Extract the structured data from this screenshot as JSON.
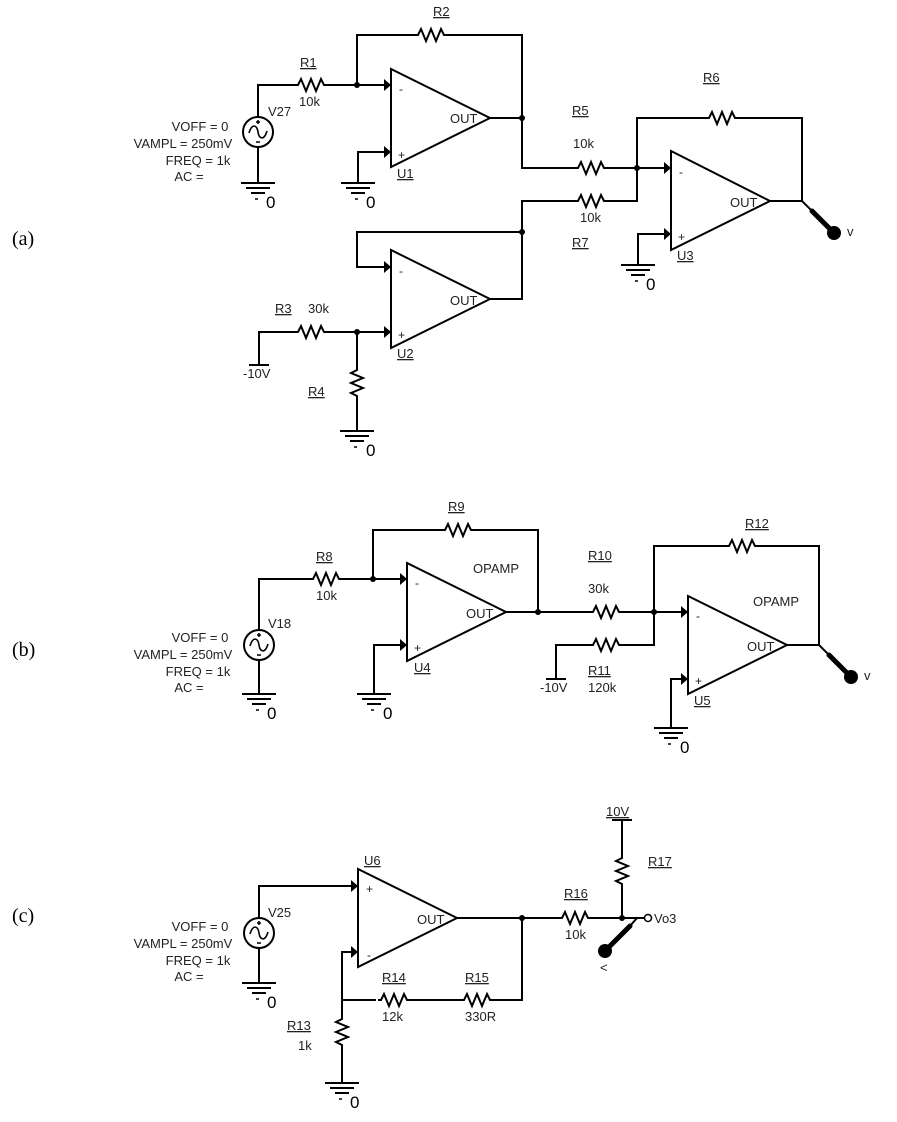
{
  "panels": [
    {
      "label": "(a)"
    },
    {
      "label": "(b)"
    },
    {
      "label": "(c)"
    }
  ],
  "common": {
    "gnd_label": "0",
    "opamp_out": "OUT",
    "pin_minus": "-",
    "pin_plus": "+",
    "source_params": [
      "VOFF = 0",
      "VAMPL = 250mV",
      "FREQ = 1k",
      "AC ="
    ]
  },
  "circuit_a": {
    "source": "V27",
    "opamps": [
      "U1",
      "U2",
      "U3"
    ],
    "R1": {
      "name": "R1",
      "value": "10k"
    },
    "R2": {
      "name": "R2"
    },
    "R3": {
      "name": "R3",
      "value": "30k"
    },
    "R4": {
      "name": "R4"
    },
    "R5": {
      "name": "R5",
      "value": "10k"
    },
    "R6": {
      "name": "R6"
    },
    "R7": {
      "name": "R7",
      "value": "10k"
    },
    "supply": "-10V",
    "probe": "v"
  },
  "circuit_b": {
    "source": "V18",
    "opamps": [
      "U4",
      "U5"
    ],
    "opamp_type": "OPAMP",
    "R8": {
      "name": "R8",
      "value": "10k"
    },
    "R9": {
      "name": "R9"
    },
    "R10": {
      "name": "R10",
      "value": "30k"
    },
    "R11": {
      "name": "R11",
      "value": "120k"
    },
    "R12": {
      "name": "R12"
    },
    "supply": "-10V",
    "probe": "v"
  },
  "circuit_c": {
    "source": "V25",
    "opamp": "U6",
    "R13": {
      "name": "R13",
      "value": "1k"
    },
    "R14": {
      "name": "R14",
      "value": "12k"
    },
    "R15": {
      "name": "R15",
      "value": "330R"
    },
    "R16": {
      "name": "R16",
      "value": "10k"
    },
    "R17": {
      "name": "R17"
    },
    "supply": "10V",
    "net_label": "Vo3",
    "probe": "<"
  }
}
